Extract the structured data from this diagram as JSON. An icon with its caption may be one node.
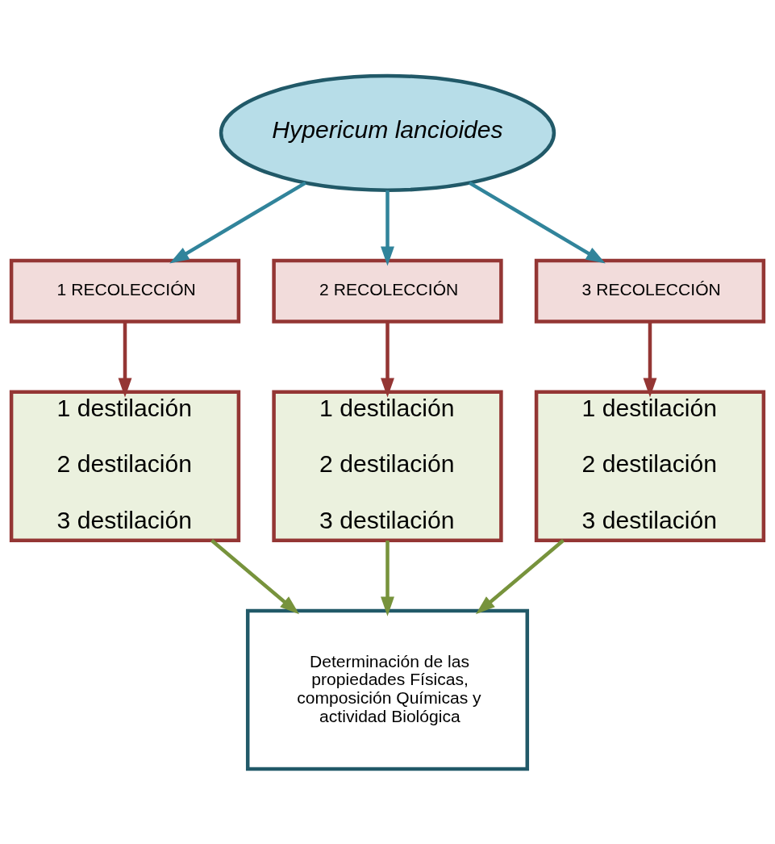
{
  "diagram": {
    "nodes": [
      {
        "text": [
          "Hypericum lancioides"
        ]
      },
      {
        "text": [
          "1 RECOLECCIÓN"
        ]
      },
      {
        "text": [
          "2 RECOLECCIÓN"
        ]
      },
      {
        "text": [
          "3 RECOLECCIÓN"
        ]
      },
      {
        "text": [
          "1 destilación",
          "2 destilación",
          "3 destilación"
        ]
      },
      {
        "text": [
          "1 destilación",
          "2 destilación",
          "3 destilación"
        ]
      },
      {
        "text": [
          "1 destilación",
          "2 destilación",
          "3 destilación"
        ]
      },
      {
        "text": [
          "Determinación de las propiedades Físicas, composición Químicas y actividad Biológica"
        ]
      }
    ],
    "edges": [
      {
        "from": 0,
        "to": 1,
        "arrow": "to",
        "color": "#31849b"
      },
      {
        "from": 0,
        "to": 2,
        "arrow": "to",
        "color": "#31849b"
      },
      {
        "from": 0,
        "to": 3,
        "arrow": "to",
        "color": "#31849b"
      },
      {
        "from": 1,
        "to": 4,
        "arrow": "to",
        "color": "#943634"
      },
      {
        "from": 2,
        "to": 5,
        "arrow": "to",
        "color": "#943634"
      },
      {
        "from": 3,
        "to": 6,
        "arrow": "to",
        "color": "#943634"
      },
      {
        "from": 4,
        "to": 7,
        "arrow": "to",
        "color": "#77933c"
      },
      {
        "from": 5,
        "to": 7,
        "arrow": "to",
        "color": "#77933c"
      },
      {
        "from": 6,
        "to": 7,
        "arrow": "to",
        "color": "#77933c"
      }
    ]
  }
}
